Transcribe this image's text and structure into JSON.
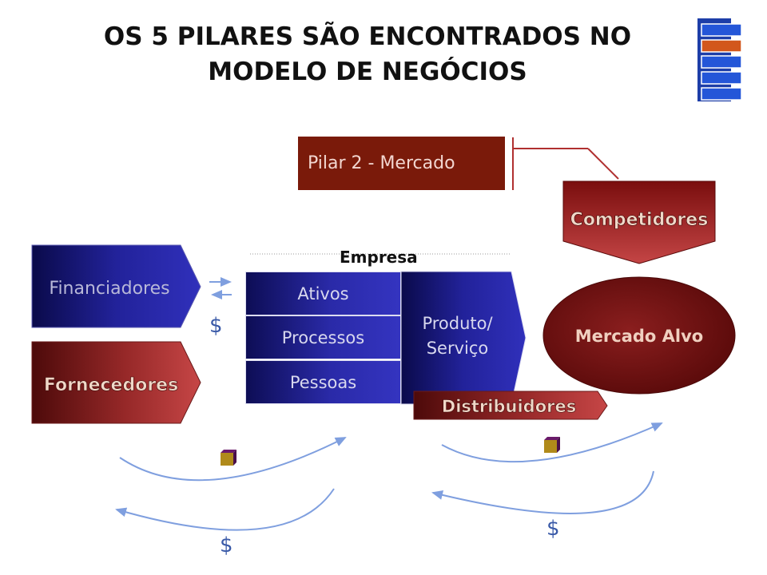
{
  "title": {
    "line1": "OS 5 PILARES SÃO ENCONTRADOS NO",
    "line2": "MODELO DE NEGÓCIOS"
  },
  "pillar_label": "Pilar 2 - Mercado",
  "company": {
    "label": "Empresa",
    "blocks": [
      "Ativos",
      "Processos",
      "Pessoas"
    ],
    "product": "Produto/ Serviço"
  },
  "nodes": {
    "financiadores": "Financiadores",
    "fornecedores": "Fornecedores",
    "competidores": "Competidores",
    "mercado_alvo": "Mercado Alvo",
    "distribuidores": "Distribuidores"
  },
  "currency_symbol": "$",
  "colors": {
    "navy": "#1e1e8c",
    "maroon": "#7a1a0a",
    "arrow_blue": "#7f9fdf"
  }
}
